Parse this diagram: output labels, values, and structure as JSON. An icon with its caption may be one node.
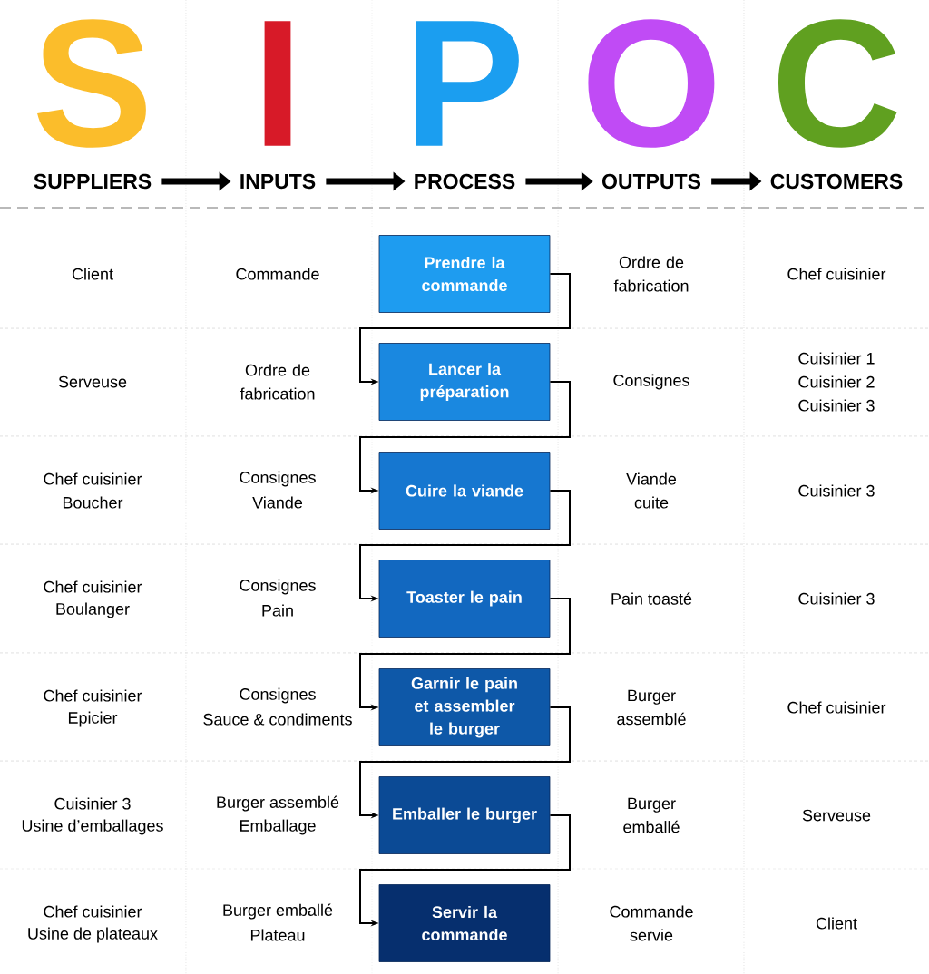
{
  "diagram": {
    "nodes": [
      {
        "text": [
          "SUPPLIERS"
        ]
      },
      {
        "text": [
          "INPUTS"
        ]
      },
      {
        "text": [
          "PROCESS"
        ]
      },
      {
        "text": [
          "OUTPUTS"
        ]
      },
      {
        "text": [
          "CUSTOMERS"
        ]
      },
      {
        "text": [
          "Prendre la commande"
        ]
      },
      {
        "text": [
          "Lancer la préparation"
        ]
      },
      {
        "text": [
          "Cuire la viande"
        ]
      },
      {
        "text": [
          "Toaster le pain"
        ]
      },
      {
        "text": [
          "Garnir le pain et assembler le burger"
        ]
      },
      {
        "text": [
          "Emballer le burger"
        ]
      },
      {
        "text": [
          "Servir la commande"
        ]
      }
    ],
    "edges": [
      {
        "from": 0,
        "to": 1,
        "arrow": "to",
        "style": "thick"
      },
      {
        "from": 1,
        "to": 2,
        "arrow": "to",
        "style": "thick"
      },
      {
        "from": 2,
        "to": 3,
        "arrow": "to",
        "style": "thick"
      },
      {
        "from": 3,
        "to": 4,
        "arrow": "to",
        "style": "thick"
      },
      {
        "from": 5,
        "to": 6,
        "arrow": "to"
      },
      {
        "from": 6,
        "to": 7,
        "arrow": "to"
      },
      {
        "from": 7,
        "to": 8,
        "arrow": "to"
      },
      {
        "from": 8,
        "to": 9,
        "arrow": "to"
      },
      {
        "from": 9,
        "to": 10,
        "arrow": "to"
      },
      {
        "from": 10,
        "to": 11,
        "arrow": "to"
      }
    ],
    "labels": [
      "S",
      "I",
      "P",
      "O",
      "C",
      "Client",
      "Commande",
      "Ordre de fabrication",
      "Chef cuisinier",
      "Serveuse",
      "Ordre de fabrication",
      "Consignes",
      "Cuisinier 1",
      "Cuisinier 2",
      "Cuisinier 3",
      "Chef cuisinier",
      "Boucher",
      "Consignes",
      "Viande",
      "Viande cuite",
      "Cuisinier 3",
      "Chef cuisinier",
      "Boulanger",
      "Consignes",
      "Pain",
      "Pain toasté",
      "Cuisinier 3",
      "Chef cuisinier",
      "Epicier",
      "Consignes",
      "Sauce & condiments",
      "Burger assemblé",
      "Chef cuisinier",
      "Cuisinier 3",
      "Usine d’emballages",
      "Burger assemblé",
      "Emballage",
      "Burger emballé",
      "Serveuse",
      "Chef cuisinier",
      "Usine de plateaux",
      "Burger emballé",
      "Plateau",
      "Commande servie",
      "Client"
    ]
  }
}
